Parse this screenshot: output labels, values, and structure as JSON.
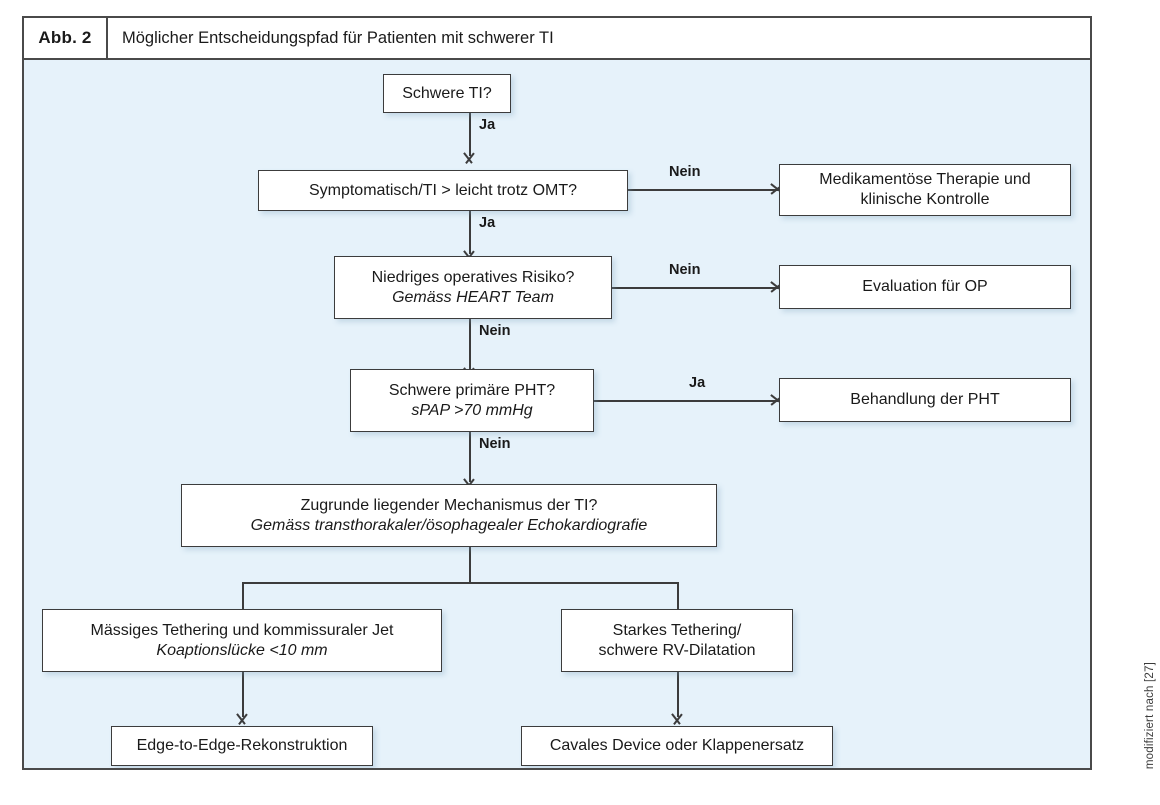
{
  "caption": {
    "number": "Abb. 2",
    "title": "Möglicher Entscheidungspfad für Patienten mit schwerer TI"
  },
  "source_note": "modifiziert nach [27]",
  "colors": {
    "canvas_background": "#e6f2fa",
    "frame_border": "#4a4a4a",
    "node_border": "#3c3c3c",
    "node_fill": "#ffffff",
    "text": "#1a1a1a"
  },
  "nodes": {
    "start": {
      "line1": "Schwere TI?",
      "line2": ""
    },
    "decision_symptomatic": {
      "line1": "Symptomatisch/TI > leicht trotz OMT?",
      "line2": ""
    },
    "outcome_medical_therapy": {
      "line1": "Medikamentöse Therapie und",
      "line2": "klinische Kontrolle"
    },
    "decision_surgical_risk": {
      "line1": "Niedriges operatives Risiko?",
      "line2": "Gemäss HEART Team"
    },
    "outcome_surgery_evaluation": {
      "line1": "Evaluation für OP",
      "line2": ""
    },
    "decision_pht": {
      "line1": "Schwere primäre PHT?",
      "line2": "sPAP >70 mmHg"
    },
    "outcome_pht_treatment": {
      "line1": "Behandlung der PHT",
      "line2": ""
    },
    "decision_mechanism": {
      "line1": "Zugrunde liegender Mechanismus der TI?",
      "line2": "Gemäss transthorakaler/ösophagealer Echokardiografie"
    },
    "branch_moderate_tethering": {
      "line1": "Mässiges Tethering und kommissuraler Jet",
      "line2": "Koaptionslücke <10 mm"
    },
    "branch_severe_tethering": {
      "line1": "Starkes Tethering/",
      "line2": "schwere RV-Dilatation"
    },
    "outcome_edge_to_edge": {
      "line1": "Edge-to-Edge-Rekonstruktion",
      "line2": ""
    },
    "outcome_caval_device": {
      "line1": "Cavales Device oder Klappenersatz",
      "line2": ""
    }
  },
  "edge_labels": {
    "start_to_symptomatic": "Ja",
    "symptomatic_no": "Nein",
    "symptomatic_yes": "Ja",
    "surgical_risk_no_right": "Nein",
    "surgical_risk_no_down": "Nein",
    "pht_yes": "Ja",
    "pht_no": "Nein"
  },
  "flow_summary": {
    "type": "decision-flowchart",
    "language": "de",
    "steps": [
      "Schwere TI? → Ja → Symptomatisch/TI > leicht trotz OMT?",
      "Symptomatisch/TI > leicht trotz OMT? → Nein → Medikamentöse Therapie und klinische Kontrolle",
      "Symptomatisch/TI > leicht trotz OMT? → Ja → Niedriges operatives Risiko? (Gemäss HEART Team)",
      "Niedriges operatives Risiko? → Nein (rechts) → Evaluation für OP",
      "Niedriges operatives Risiko? → Nein (unten) → Schwere primäre PHT? (sPAP >70 mmHg)",
      "Schwere primäre PHT? → Ja → Behandlung der PHT",
      "Schwere primäre PHT? → Nein → Zugrunde liegender Mechanismus der TI?",
      "Mechanismus → Mässiges Tethering und kommissuraler Jet (Koaptionslücke <10 mm) → Edge-to-Edge-Rekonstruktion",
      "Mechanismus → Starkes Tethering/schwere RV-Dilatation → Cavales Device oder Klappenersatz"
    ]
  }
}
